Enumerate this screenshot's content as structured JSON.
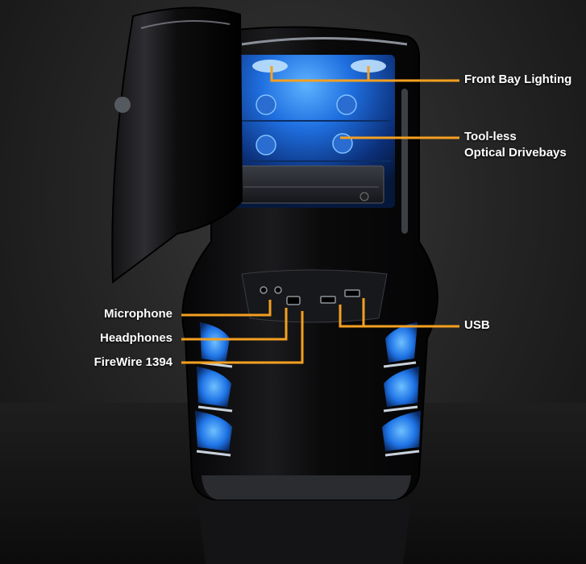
{
  "callouts": {
    "front_bay_lighting": "Front Bay Lighting",
    "tool_less_line1": "Tool-less",
    "tool_less_line2": "Optical Drivebays",
    "usb": "USB",
    "microphone": "Microphone",
    "headphones": "Headphones",
    "firewire": "FireWire 1394"
  },
  "colors": {
    "callout_line": "#f5a020",
    "led_blue": "#2f8bff",
    "case_black": "#0b0b0d",
    "label_text": "#ffffff"
  }
}
